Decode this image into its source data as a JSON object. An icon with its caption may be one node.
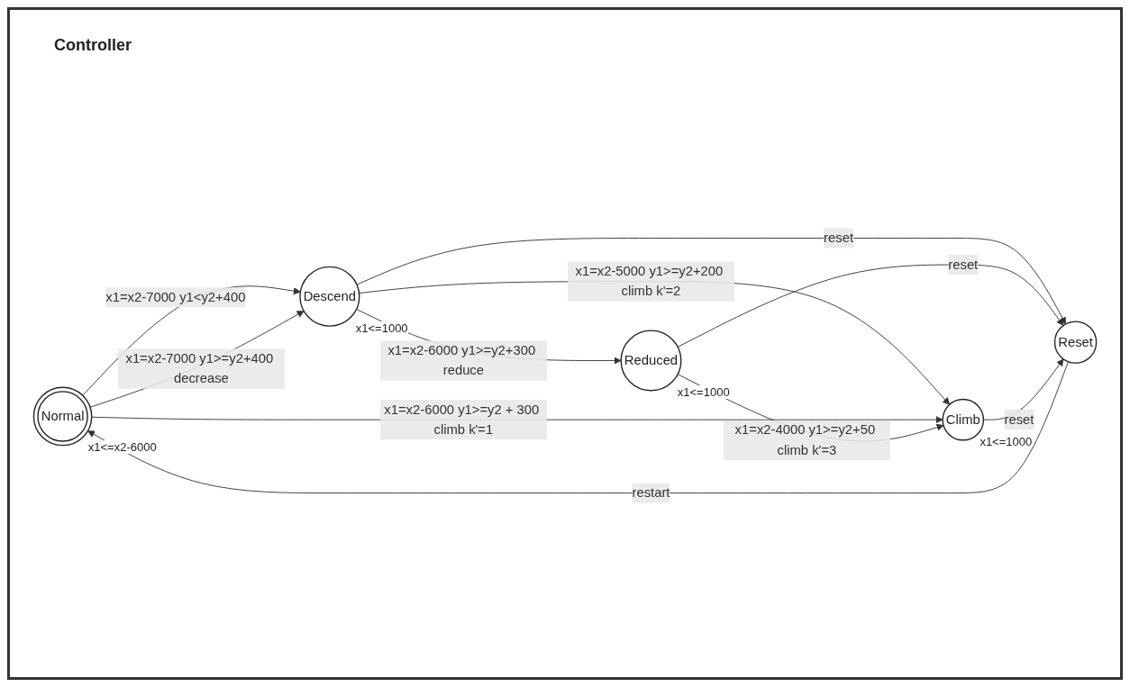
{
  "diagram": {
    "title": "Controller",
    "nodes": [
      {
        "text": [
          "Normal"
        ],
        "beside": [
          "x1<=x2-6000"
        ]
      },
      {
        "text": [
          "Descend"
        ],
        "beside": [
          "x1<=1000"
        ]
      },
      {
        "text": [
          "Reduced"
        ],
        "beside": [
          "x1<=1000"
        ]
      },
      {
        "text": [
          "Climb"
        ],
        "beside": [
          "x1<=1000"
        ]
      },
      {
        "text": [
          "Reset"
        ]
      }
    ],
    "edges": [
      {
        "from": 0,
        "to": 1,
        "arrow": "to",
        "label": "x1=x2-7000 y1<y2+400"
      },
      {
        "from": 0,
        "to": 1,
        "arrow": "to",
        "label": "x1=x2-7000 y1>=y2+400 decrease"
      },
      {
        "from": 1,
        "to": 2,
        "arrow": "to",
        "label": "x1=x2-6000 y1>=y2+300 reduce"
      },
      {
        "from": 1,
        "to": 3,
        "arrow": "to",
        "label": "x1=x2-5000 y1>=y2+200 climb k'=2"
      },
      {
        "from": 0,
        "to": 3,
        "arrow": "to",
        "label": "x1=x2-6000 y1>=y2 + 300 climb k'=1"
      },
      {
        "from": 2,
        "to": 3,
        "arrow": "to",
        "label": "x1=x2-4000 y1>=y2+50 climb k'=3"
      },
      {
        "from": 1,
        "to": 4,
        "arrow": "to",
        "label": "reset"
      },
      {
        "from": 2,
        "to": 4,
        "arrow": "to",
        "label": "reset"
      },
      {
        "from": 3,
        "to": 4,
        "arrow": "to",
        "label": "reset"
      },
      {
        "from": 4,
        "to": 0,
        "arrow": "to",
        "label": "restart"
      }
    ]
  }
}
